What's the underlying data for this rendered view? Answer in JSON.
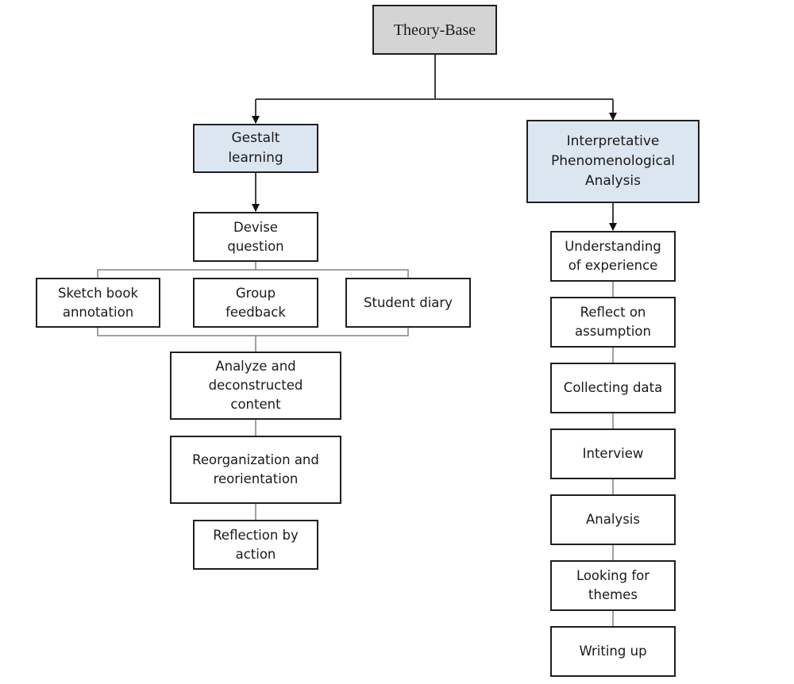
{
  "diagram": {
    "root": {
      "label": "Theory-Base"
    },
    "left_branch": {
      "title": "Gestalt\nlearning",
      "question": "Devise\nquestion",
      "methods": [
        "Sketch book\nannotation",
        "Group\nfeedback",
        "Student diary"
      ],
      "steps": [
        "Analyze and\ndeconstructed\ncontent",
        "Reorganization and\nreorientation",
        "Reflection by\naction"
      ]
    },
    "right_branch": {
      "title": "Interpretative\nPhenomenological\nAnalysis",
      "steps": [
        "Understanding\nof experience",
        "Reflect on\nassumption",
        "Collecting data",
        "Interview",
        "Analysis",
        "Looking for\nthemes",
        "Writing up"
      ]
    }
  },
  "colors": {
    "root_fill": "#d4d4d4",
    "branch_fill": "#dce6f1",
    "box_fill": "#ffffff",
    "border": "#1f1f1f",
    "connector": "#404040",
    "bracket": "#808080"
  }
}
